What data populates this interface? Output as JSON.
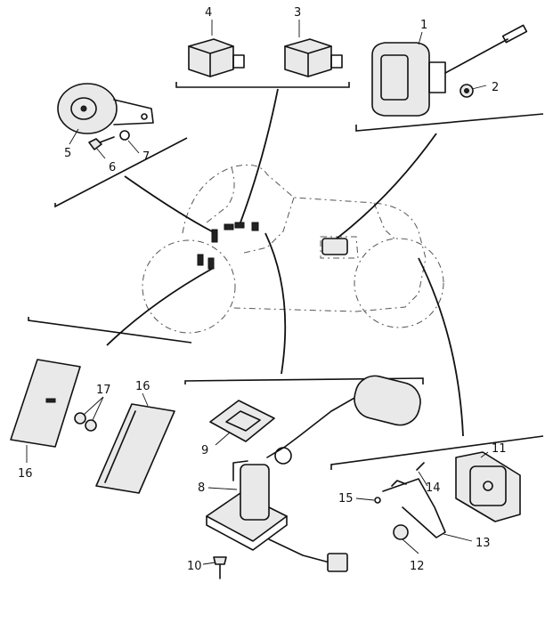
{
  "callouts": [
    {
      "id": "c1",
      "text": "1"
    },
    {
      "id": "c2",
      "text": "2"
    },
    {
      "id": "c3",
      "text": "3"
    },
    {
      "id": "c4",
      "text": "4"
    },
    {
      "id": "c5",
      "text": "5"
    },
    {
      "id": "c6",
      "text": "6"
    },
    {
      "id": "c7",
      "text": "7"
    },
    {
      "id": "c8",
      "text": "8"
    },
    {
      "id": "c9",
      "text": "9"
    },
    {
      "id": "c10",
      "text": "10"
    },
    {
      "id": "c11",
      "text": "11"
    },
    {
      "id": "c12",
      "text": "12"
    },
    {
      "id": "c13",
      "text": "13"
    },
    {
      "id": "c14",
      "text": "14"
    },
    {
      "id": "c15",
      "text": "15"
    },
    {
      "id": "c16a",
      "text": "16"
    },
    {
      "id": "c16b",
      "text": "16"
    },
    {
      "id": "c17",
      "text": "17"
    }
  ]
}
